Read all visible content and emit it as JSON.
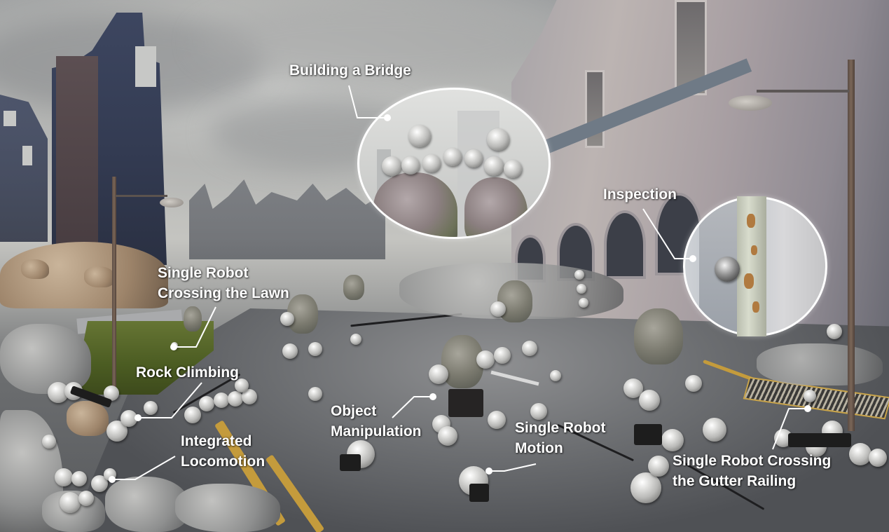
{
  "scene": {
    "description": "Modular spherical robots operating in a ruined, post-disaster city street",
    "colors": {
      "label_text": "#ffffff",
      "leader_line": "#ffffff",
      "road_marking": "#c49b3c",
      "sky": "#b9bab8",
      "ruin_stone": "#3d4660"
    }
  },
  "labels": {
    "building_bridge": "Building a Bridge",
    "inspection": "Inspection",
    "crossing_lawn_line1": "Single Robot",
    "crossing_lawn_line2": "Crossing the Lawn",
    "rock_climbing": "Rock Climbing",
    "integrated_locomotion_line1": "Integrated",
    "integrated_locomotion_line2": "Locomotion",
    "object_manipulation_line1": "Object",
    "object_manipulation_line2": "Manipulation",
    "single_robot_motion_line1": "Single Robot",
    "single_robot_motion_line2": "Motion",
    "gutter_railing_line1": "Single Robot Crossing",
    "gutter_railing_line2": "the Gutter Railing"
  },
  "insets": [
    {
      "name": "bridge-inset",
      "caption_ref": "labels.building_bridge"
    },
    {
      "name": "inspection-inset",
      "caption_ref": "labels.inspection"
    }
  ]
}
